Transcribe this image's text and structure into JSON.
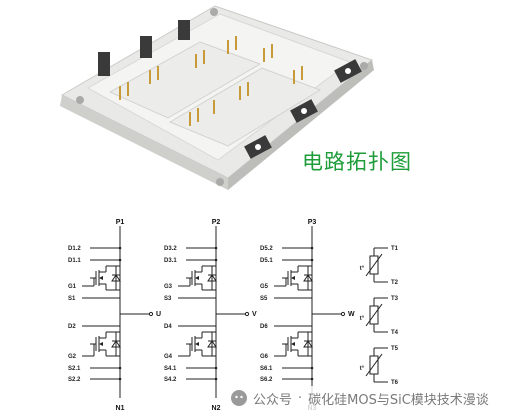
{
  "title": "电路拓扑图",
  "watermark": {
    "prefix": "公众号",
    "separator": "·",
    "name": "碳化硅MOS与SiC模块技术漫谈"
  },
  "legs": [
    {
      "top": "P1",
      "bottom": "N1",
      "out": "U",
      "labels": [
        "D1.2",
        "D1.1",
        "G1",
        "S1",
        "D2",
        "G2",
        "S2.1",
        "S2.2"
      ]
    },
    {
      "top": "P2",
      "bottom": "N2",
      "out": "V",
      "labels": [
        "D3.2",
        "D3.1",
        "G3",
        "S3",
        "D4",
        "G4",
        "S4.1",
        "S4.2"
      ]
    },
    {
      "top": "P3",
      "bottom": "N3",
      "out": "W",
      "labels": [
        "D5.2",
        "D5.1",
        "G5",
        "S5",
        "D6",
        "G6",
        "S6.1",
        "S6.2"
      ]
    }
  ],
  "ntc": [
    {
      "top": "T1",
      "bottom": "T2"
    },
    {
      "top": "T3",
      "bottom": "T4"
    },
    {
      "top": "T5",
      "bottom": "T6"
    }
  ]
}
